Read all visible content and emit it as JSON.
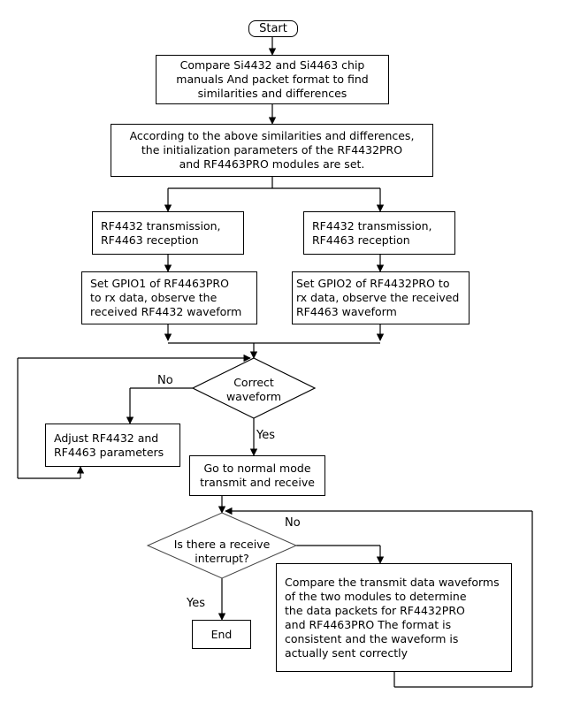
{
  "flowchart": {
    "start": "Start",
    "step_compare": "Compare Si4432 and Si4463 chip\nmanuals And packet format to find\nsimilarities and differences",
    "step_init": "According to the above similarities and differences,\nthe initialization parameters of the RF4432PRO\nand RF4463PRO modules are set.",
    "left_branch": {
      "transmission": "RF4432 transmission,\nRF4463 reception",
      "gpio": "Set GPIO1 of RF4463PRO\nto rx data, observe the\nreceived RF4432 waveform"
    },
    "right_branch": {
      "transmission": "RF4432 transmission,\nRF4463 reception",
      "gpio": "Set GPIO2 of RF4432PRO to\nrx data, observe the received\nRF4463 waveform"
    },
    "decision_waveform": "Correct\nwaveform",
    "label_no_1": "No",
    "label_yes_1": "Yes",
    "adjust": "Adjust RF4432 and\nRF4463 parameters",
    "normal_mode": "Go to normal mode\ntransmit and receive",
    "decision_interrupt": "Is there a receive\ninterrupt?",
    "label_no_2": "No",
    "label_yes_2": "Yes",
    "end": "End",
    "compare_waveforms": "Compare the transmit data waveforms\nof the two modules to determine\nthe data packets for RF4432PRO\nand RF4463PRO The format is\nconsistent and the waveform is\nactually sent correctly"
  }
}
